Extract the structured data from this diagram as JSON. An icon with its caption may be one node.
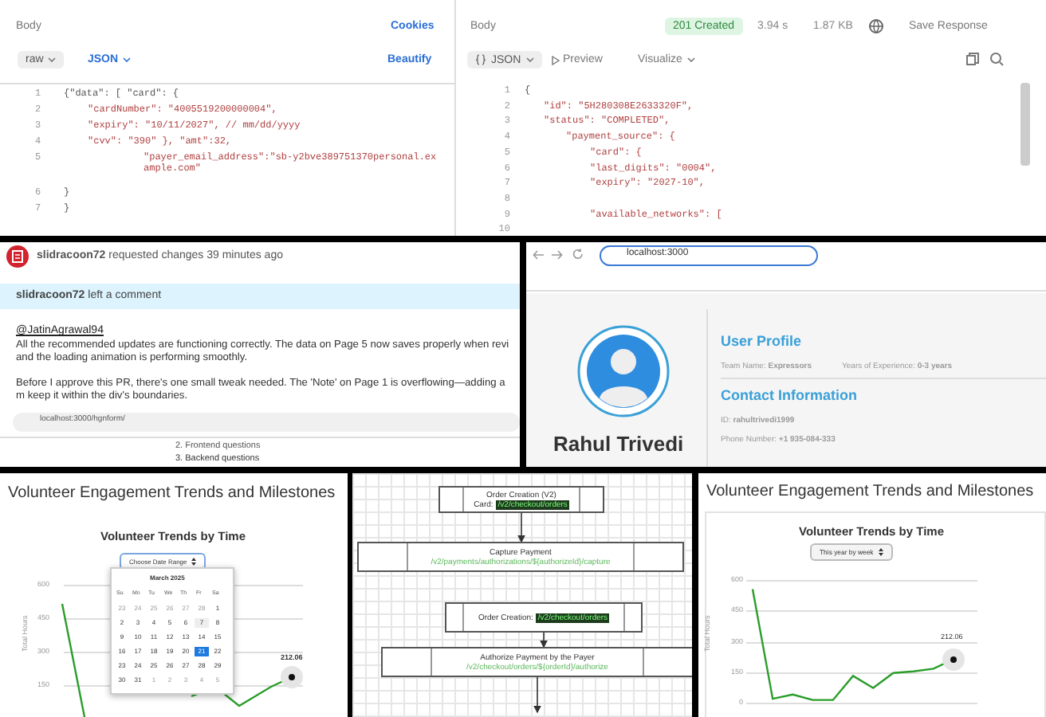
{
  "diagram": {
    "nodes": [
      {
        "text": [
          "Order Creation (V2)",
          "Card:",
          "/v2/checkout/orders"
        ]
      },
      {
        "text": [
          "Capture Payment",
          "/v2/payments/authorizations/${authorizeId}/capture"
        ]
      },
      {
        "text": [
          "Order Creation:",
          "/v2/checkout/orders"
        ]
      },
      {
        "text": [
          "Authorize Payment by the Payer",
          "/v2/checkout/orders/${orderId}/authorize"
        ]
      }
    ],
    "edges": [
      {
        "from": 0,
        "to": 1,
        "arrow": "to"
      },
      {
        "from": 2,
        "to": 3,
        "arrow": "to"
      },
      {
        "from": 3,
        "to": null,
        "arrow": "to"
      }
    ],
    "labels": [
      "Body",
      "Cookies",
      "raw",
      "JSON",
      "Beautify",
      "1",
      "2",
      "3",
      "4",
      "5",
      "6",
      "7",
      "{\"data\":    [ \"card\": {",
      "\"cardNumber\": \"4005519200000004\",",
      "\"expiry\": \"10/11/2027\",  // mm/dd/yyyy",
      "\"cvv\": \"390\" }, \"amt\":32,",
      "\"payer_email_address\":\"sb-y2bve389751370personal.example.com\"",
      "}",
      "}",
      "Body",
      "201 Created",
      "3.94 s",
      "1.87 KB",
      "Save Response",
      "JSON",
      "Preview",
      "Visualize",
      "1",
      "2",
      "3",
      "4",
      "5",
      "6",
      "7",
      "8",
      "9",
      "10",
      "{",
      "\"id\": \"5H280308E2633320F\",",
      "\"status\": \"COMPLETED\",",
      "\"payment_source\": {",
      "\"card\": {",
      "\"last_digits\": \"0004\",",
      "\"expiry\": \"2027-10\",",
      "\"available_networks\": [",
      "**slidracoon72** requested changes 39 minutes ago",
      "**slidracoon72** left a comment",
      "@JatinAgrawal94",
      "All the recommended updates are functioning correctly. The data on Page 5 now saves properly when revi and the loading animation is performing smoothly.",
      "Before I approve this PR, there's one small tweak needed. The 'Note' on Page 1 is overflowing—adding a m keep it within the div's boundaries.",
      "localhost:3000/hgnform/",
      "2. Frontend questions",
      "3. Backend questions",
      "localhost:3000",
      "Rahul Trivedi",
      "User Profile",
      "Team Name: **Expressors**",
      "Years of Experience: **0-3 years**",
      "Contact Information",
      "ID: **rahultrivedi1999**",
      "Phone Number: **+1 935-084-333**",
      "Volunteer Engagement Trends and Milestones",
      "Volunteer Trends by Time",
      "Choose Date Range",
      "March 2025",
      "Su",
      "Mo",
      "Tu",
      "We",
      "Th",
      "Fr",
      "Sa",
      "23",
      "24",
      "25",
      "26",
      "27",
      "28",
      "1",
      "2",
      "3",
      "4",
      "5",
      "6",
      "7",
      "8",
      "9",
      "10",
      "11",
      "12",
      "13",
      "14",
      "15",
      "16",
      "17",
      "18",
      "19",
      "20",
      "21",
      "22",
      "23",
      "24",
      "25",
      "26",
      "27",
      "28",
      "29",
      "30",
      "31",
      "1",
      "2",
      "3",
      "4",
      "5",
      "600",
      "450",
      "300",
      "150",
      "Total Hours",
      "212.06",
      "Volunteer Engagement Trends and Milestones",
      "This year by week"
    ],
    "chart_data": {
      "type": "line",
      "title": "Volunteer Trends by Time",
      "ylabel": "Total Hours",
      "ylim": [
        0,
        600
      ],
      "yticks": [
        0,
        150,
        300,
        450,
        600
      ],
      "values": [
        555,
        19,
        40,
        13,
        13,
        131,
        72,
        145,
        153,
        166,
        212.06
      ],
      "annotations": [
        {
          "y": 212.06,
          "text": "212.06"
        }
      ]
    }
  }
}
